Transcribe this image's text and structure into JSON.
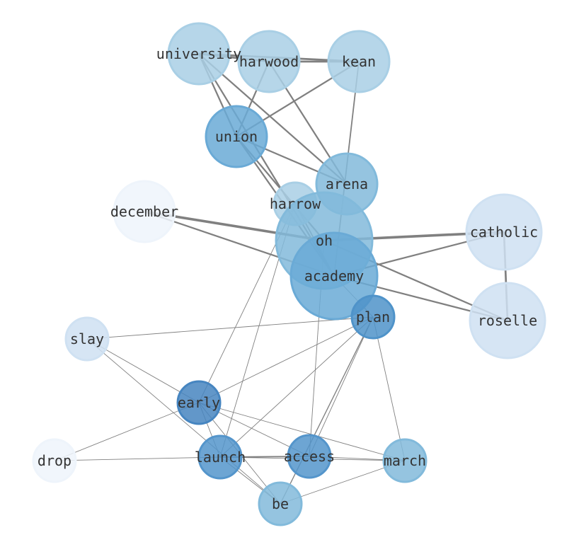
{
  "nodes": [
    {
      "id": "university",
      "label": "university",
      "color": "#a9cfe5",
      "weight": 3
    },
    {
      "id": "harwood",
      "label": "harwood",
      "color": "#a9cfe5",
      "weight": 3
    },
    {
      "id": "kean",
      "label": "kean",
      "color": "#a9cfe5",
      "weight": 3
    },
    {
      "id": "union",
      "label": "union",
      "color": "#6aaad6",
      "weight": 3
    },
    {
      "id": "arena",
      "label": "arena",
      "color": "#82badb",
      "weight": 3
    },
    {
      "id": "harrow",
      "label": "harrow",
      "color": "#a9cfe5",
      "weight": 1
    },
    {
      "id": "december",
      "label": "december",
      "color": "#eef4fb",
      "weight": 3
    },
    {
      "id": "oh",
      "label": "oh",
      "color": "#82badb",
      "weight": 6
    },
    {
      "id": "catholic",
      "label": "catholic",
      "color": "#cfe1f2",
      "weight": 4
    },
    {
      "id": "academy",
      "label": "academy",
      "color": "#6aaad6",
      "weight": 5
    },
    {
      "id": "plan",
      "label": "plan",
      "color": "#4f93c9",
      "weight": 1
    },
    {
      "id": "roselle",
      "label": "roselle",
      "color": "#cfe1f2",
      "weight": 4
    },
    {
      "id": "slay",
      "label": "slay",
      "color": "#cfe1f2",
      "weight": 1
    },
    {
      "id": "early",
      "label": "early",
      "color": "#4685c0",
      "weight": 1
    },
    {
      "id": "drop",
      "label": "drop",
      "color": "#eef4fb",
      "weight": 1
    },
    {
      "id": "launch",
      "label": "launch",
      "color": "#5495cb",
      "weight": 1
    },
    {
      "id": "access",
      "label": "access",
      "color": "#5495cb",
      "weight": 1
    },
    {
      "id": "march",
      "label": "march",
      "color": "#82badb",
      "weight": 1
    },
    {
      "id": "be",
      "label": "be",
      "color": "#82badb",
      "weight": 1
    }
  ],
  "edges": [
    [
      "university",
      "harwood",
      3
    ],
    [
      "university",
      "kean",
      3
    ],
    [
      "harwood",
      "kean",
      3
    ],
    [
      "university",
      "union",
      2.5
    ],
    [
      "university",
      "arena",
      2.5
    ],
    [
      "university",
      "academy",
      2.5
    ],
    [
      "harwood",
      "union",
      2.5
    ],
    [
      "harwood",
      "arena",
      2.5
    ],
    [
      "kean",
      "union",
      2.5
    ],
    [
      "kean",
      "academy",
      2
    ],
    [
      "union",
      "arena",
      2.5
    ],
    [
      "union",
      "academy",
      2.5
    ],
    [
      "union",
      "oh",
      2.5
    ],
    [
      "december",
      "oh",
      4
    ],
    [
      "december",
      "academy",
      2.5
    ],
    [
      "oh",
      "catholic",
      4
    ],
    [
      "catholic",
      "roselle",
      3
    ],
    [
      "catholic",
      "academy",
      2.5
    ],
    [
      "oh",
      "roselle",
      2.5
    ],
    [
      "academy",
      "roselle",
      2.5
    ],
    [
      "harrow",
      "academy",
      2
    ],
    [
      "harrow",
      "early",
      1
    ],
    [
      "harrow",
      "launch",
      1
    ],
    [
      "academy",
      "plan",
      1
    ],
    [
      "oh",
      "access",
      1
    ],
    [
      "slay",
      "plan",
      1
    ],
    [
      "slay",
      "early",
      1
    ],
    [
      "slay",
      "be",
      1
    ],
    [
      "plan",
      "early",
      1
    ],
    [
      "plan",
      "launch",
      1
    ],
    [
      "plan",
      "access",
      1
    ],
    [
      "plan",
      "be",
      1.5
    ],
    [
      "plan",
      "march",
      1
    ],
    [
      "early",
      "drop",
      1
    ],
    [
      "early",
      "launch",
      1
    ],
    [
      "early",
      "be",
      1
    ],
    [
      "early",
      "access",
      1
    ],
    [
      "early",
      "march",
      1
    ],
    [
      "drop",
      "launch",
      1
    ],
    [
      "launch",
      "access",
      2
    ],
    [
      "launch",
      "march",
      1
    ],
    [
      "access",
      "march",
      1
    ],
    [
      "be",
      "march",
      1
    ],
    [
      "launch",
      "be",
      1
    ]
  ]
}
